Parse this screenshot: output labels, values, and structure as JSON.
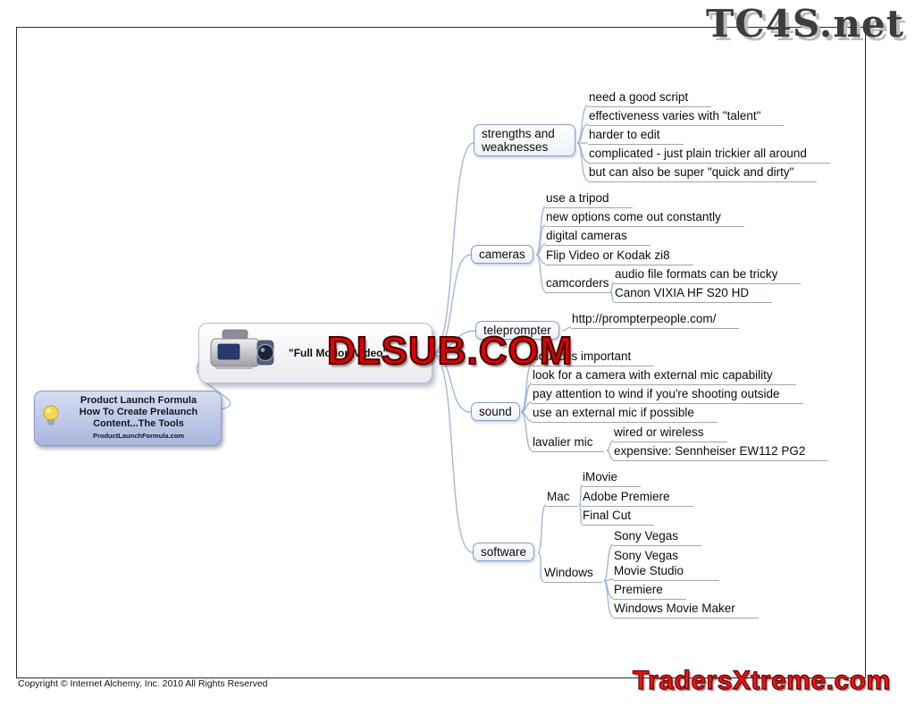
{
  "watermarks": {
    "tc4s": "TC4S.net",
    "dlsub": "DLSUB.COM",
    "tradersxtreme": "TradersXtreme.com"
  },
  "footer": {
    "copyright": "Copyright ©  Internet Alchemy, Inc.  2010 All Rights Reserved"
  },
  "root_node": {
    "line1": "Product Launch Formula",
    "line2": "How To Create Prelaunch",
    "line3": "Content...The  Tools",
    "line4": "ProductLaunchFormula.com"
  },
  "central_node": {
    "label": "\"Full Motion Video\""
  },
  "branches": {
    "strengths": {
      "label": "strengths and weaknesses",
      "children": [
        "need a good script",
        "effectiveness varies with \"talent\"",
        "harder to edit",
        "complicated - just plain trickier all around",
        "but can also be super \"quick and dirty\""
      ]
    },
    "cameras": {
      "label": "cameras",
      "children": [
        "use a tripod",
        "new options come out constantly",
        "digital cameras",
        "Flip Video or Kodak zi8"
      ],
      "camcorders": {
        "label": "camcorders",
        "children": [
          "audio file formats can be tricky",
          "Canon VIXIA HF S20 HD"
        ]
      }
    },
    "teleprompter": {
      "label": "teleprompter",
      "children": [
        "http://prompterpeople.com/"
      ]
    },
    "sound": {
      "label": "sound",
      "children": [
        "sound is important",
        "look for a camera with external mic capability",
        "pay attention to wind if you're shooting outside",
        "use an external mic if possible"
      ],
      "lavalier": {
        "label": "lavalier mic",
        "children": [
          "wired or wireless",
          "expensive: Sennheiser EW112 PG2"
        ]
      }
    },
    "software": {
      "label": "software",
      "mac": {
        "label": "Mac",
        "children": [
          "iMovie",
          "Adobe Premiere",
          "Final Cut"
        ]
      },
      "windows": {
        "label": "Windows",
        "children": [
          "Sony Vegas",
          "Sony Vegas Movie Studio",
          "Premiere",
          "Windows Movie Maker"
        ]
      }
    }
  }
}
